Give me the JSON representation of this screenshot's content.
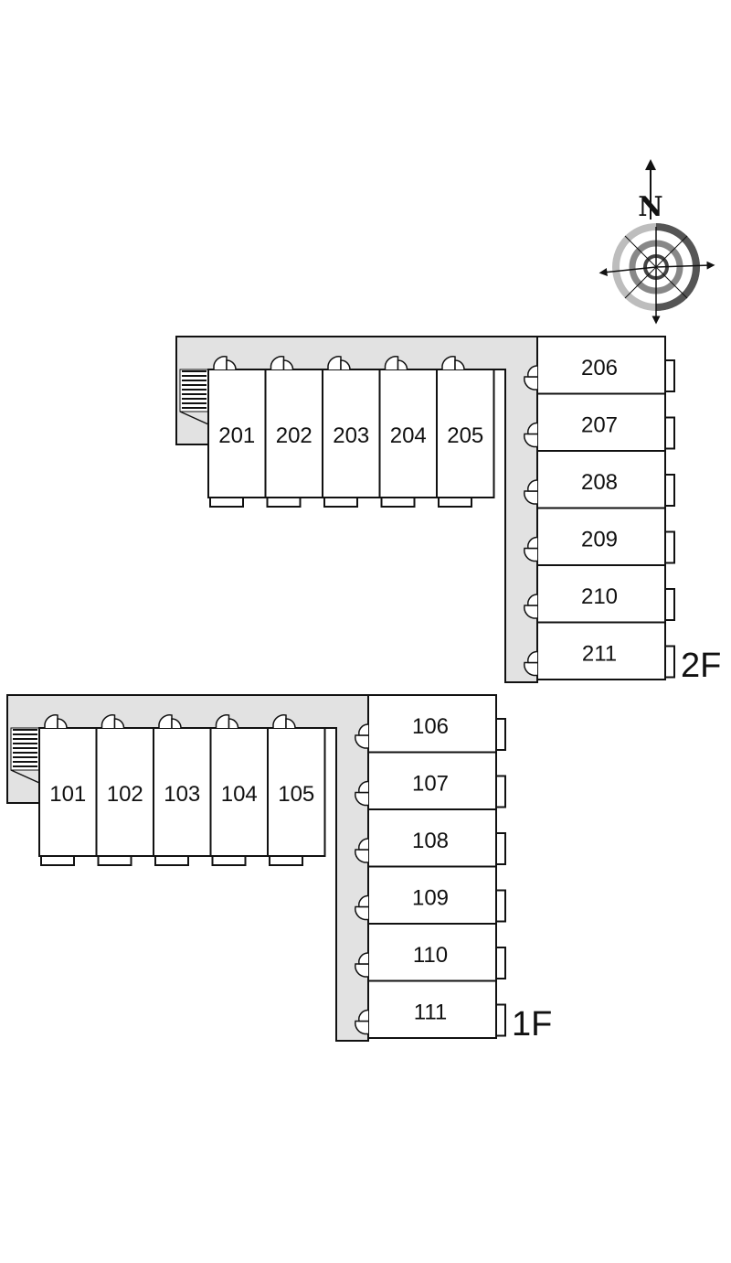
{
  "compass": {
    "north_label": "N",
    "icon": "compass-rose-icon"
  },
  "colors": {
    "corridor": "#e2e2e2",
    "line": "#111111",
    "unit": "#ffffff"
  },
  "floors": [
    {
      "id": "2f",
      "label": "2F",
      "row_units": [
        "201",
        "202",
        "203",
        "204",
        "205"
      ],
      "column_units": [
        "206",
        "207",
        "208",
        "209",
        "210",
        "211"
      ]
    },
    {
      "id": "1f",
      "label": "1F",
      "row_units": [
        "101",
        "102",
        "103",
        "104",
        "105"
      ],
      "column_units": [
        "106",
        "107",
        "108",
        "109",
        "110",
        "111"
      ]
    }
  ]
}
